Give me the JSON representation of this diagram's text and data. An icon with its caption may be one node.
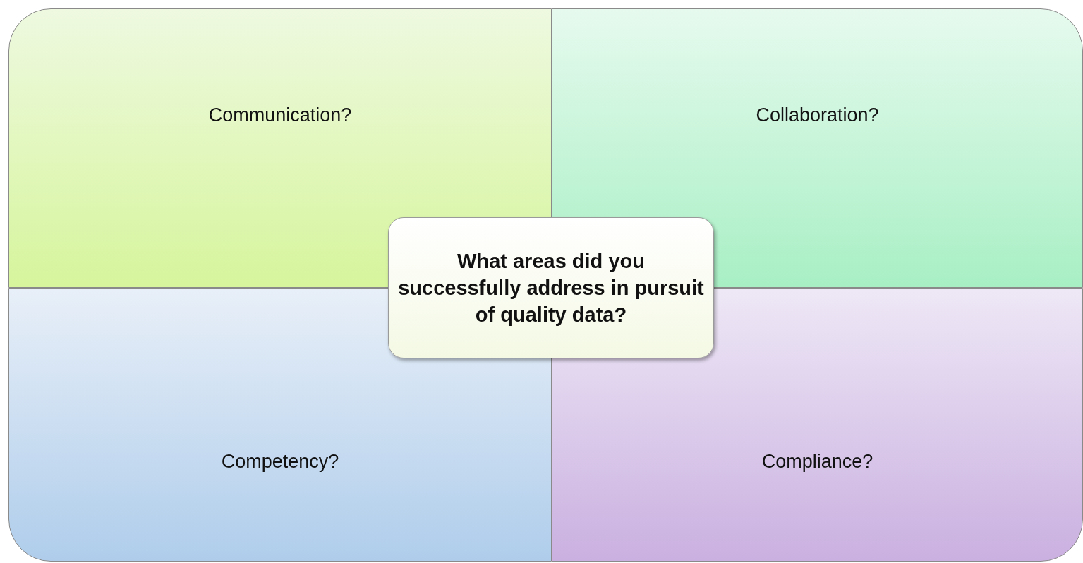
{
  "diagram": {
    "nodes": [
      {
        "text": [
          "Communication?"
        ]
      },
      {
        "text": [
          "Collaboration?"
        ]
      },
      {
        "text": [
          "Competency?"
        ]
      },
      {
        "text": [
          "Compliance?"
        ]
      },
      {
        "text": [
          "What areas did you successfully address in pursuit of quality data?"
        ]
      }
    ]
  }
}
